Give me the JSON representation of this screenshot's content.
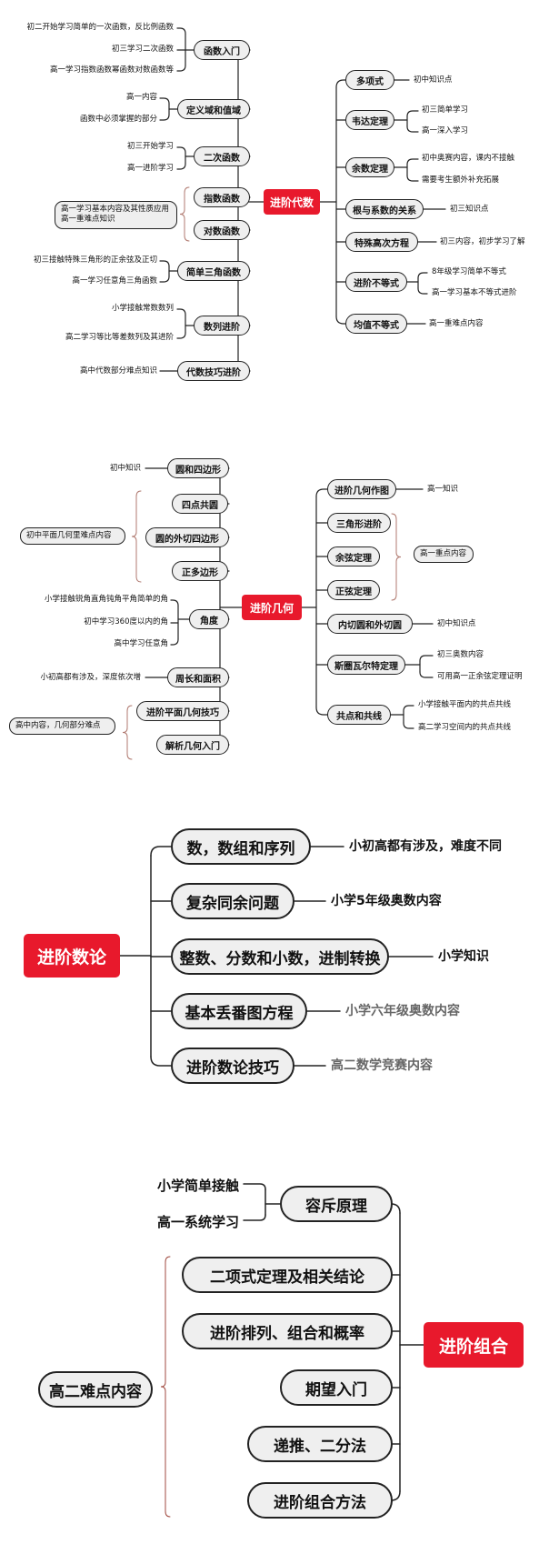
{
  "sections": {
    "algebra": {
      "root": "进阶代数",
      "left_nodes": [
        "函数入门",
        "定义域和值域",
        "二次函数",
        "指数函数",
        "对数函数",
        "简单三角函数",
        "数列进阶",
        "代数技巧进阶"
      ],
      "left_notes": [
        "初二开始学习简单的一次函数，反比例函数",
        "初三学习二次函数",
        "高一学习指数函数幂函数对数函数等",
        "高一内容",
        "函数中必须掌握的部分",
        "初三开始学习",
        "高一进阶学习",
        "初三接触特殊三角形的正余弦及正切",
        "高一学习任意角三角函数",
        "小学接触常数数列",
        "高二学习等比等差数列及其进阶",
        "高中代数部分难点知识"
      ],
      "left_box_lines": [
        "高一学习基本内容及其性质应用",
        "高一重难点知识"
      ],
      "right_nodes": [
        "多项式",
        "韦达定理",
        "余数定理",
        "根与系数的关系",
        "特殊高次方程",
        "进阶不等式",
        "均值不等式"
      ],
      "right_notes": [
        "初中知识点",
        "初三简单学习",
        "高一深入学习",
        "初中奥赛内容，课内不接触",
        "需要考生额外补充拓展",
        "初三知识点",
        "初三内容，初步学习了解",
        "8年级学习简单不等式",
        "高一学习基本不等式进阶",
        "高一重难点内容"
      ]
    },
    "geometry": {
      "root": "进阶几何",
      "left_nodes": [
        "圆和四边形",
        "四点共圆",
        "圆的外切四边形",
        "正多边形",
        "角度",
        "周长和面积",
        "进阶平面几何技巧",
        "解析几何入门"
      ],
      "left_notes": [
        "初中知识",
        "初中平面几何里难点内容",
        "小学接触锐角直角钝角平角简单的角",
        "初中学习360度以内的角",
        "高中学习任意角",
        "小初高都有涉及，深度依次增",
        "高中内容，几何部分难点"
      ],
      "right_nodes": [
        "进阶几何作图",
        "三角形进阶",
        "余弦定理",
        "正弦定理",
        "内切圆和外切圆",
        "斯圈瓦尔特定理",
        "共点和共线"
      ],
      "right_notes": [
        "高一知识",
        "高一重点内容",
        "初中知识点",
        "初三奥数内容",
        "可用高一正余弦定理证明",
        "小学接触平面内的共点共线",
        "高二学习空间内的共点共线"
      ]
    },
    "number_theory": {
      "root": "进阶数论",
      "nodes": [
        "数，数组和序列",
        "复杂同余问题",
        "整数、分数和小数，进制转换",
        "基本丢番图方程",
        "进阶数论技巧"
      ],
      "notes": [
        "小初高都有涉及，难度不同",
        "小学5年级奥数内容",
        "小学知识",
        "小学六年级奥数内容",
        "高二数学竞赛内容"
      ]
    },
    "combinatorics": {
      "root": "进阶组合",
      "nodes": [
        "容斥原理",
        "二项式定理及相关结论",
        "进阶排列、组合和概率",
        "期望入门",
        "递推、二分法",
        "进阶组合方法"
      ],
      "notes": [
        "小学简单接触",
        "高一系统学习"
      ],
      "box": "高二难点内容"
    }
  },
  "colors": {
    "root": "#e8192c",
    "node_fill": "#efefef",
    "line": "#222222",
    "brace": "#b07a70"
  }
}
